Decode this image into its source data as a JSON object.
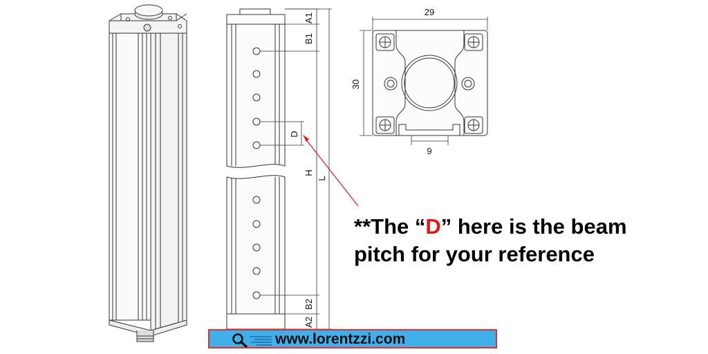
{
  "dimensions": {
    "width_label": "29",
    "height_label": "30",
    "slot_label": "9",
    "a1": "A1",
    "b1": "B1",
    "d": "D",
    "h": "H",
    "l": "L",
    "b2": "B2",
    "a2": "A2"
  },
  "note": {
    "line1_prefix": "**The “",
    "line1_d": "D",
    "line1_suffix": "” here is the beam",
    "line2": "pitch for your reference"
  },
  "footer": {
    "url": "www.lorentzzi.com"
  },
  "colors": {
    "accent_red": "#e01818",
    "bar_blue": "#41b0ea"
  }
}
